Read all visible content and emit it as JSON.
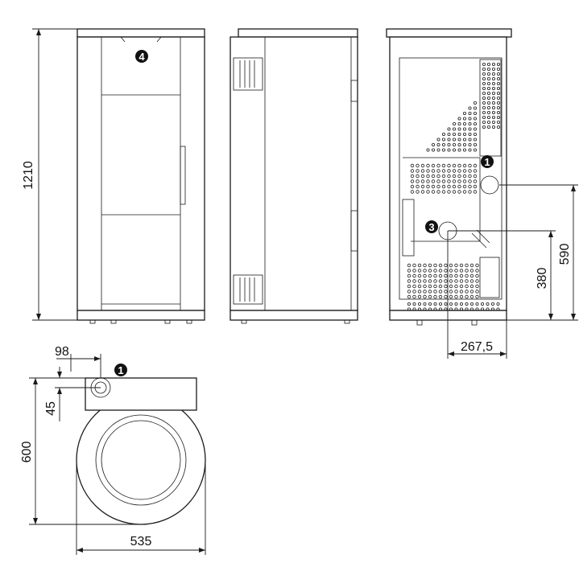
{
  "dimensions": {
    "height_total": "1210",
    "outlet_height": "590",
    "inlet_height": "380",
    "outlet_offset": "267,5",
    "flue_offset_x": "98",
    "flue_offset_y": "45",
    "depth": "600",
    "width": "535"
  },
  "markers": {
    "flue_outlet": "1",
    "air_inlet": "3",
    "top_panel": "4"
  },
  "colors": {
    "line": "#1a1a1a",
    "badge": "#111111",
    "background": "#ffffff"
  }
}
